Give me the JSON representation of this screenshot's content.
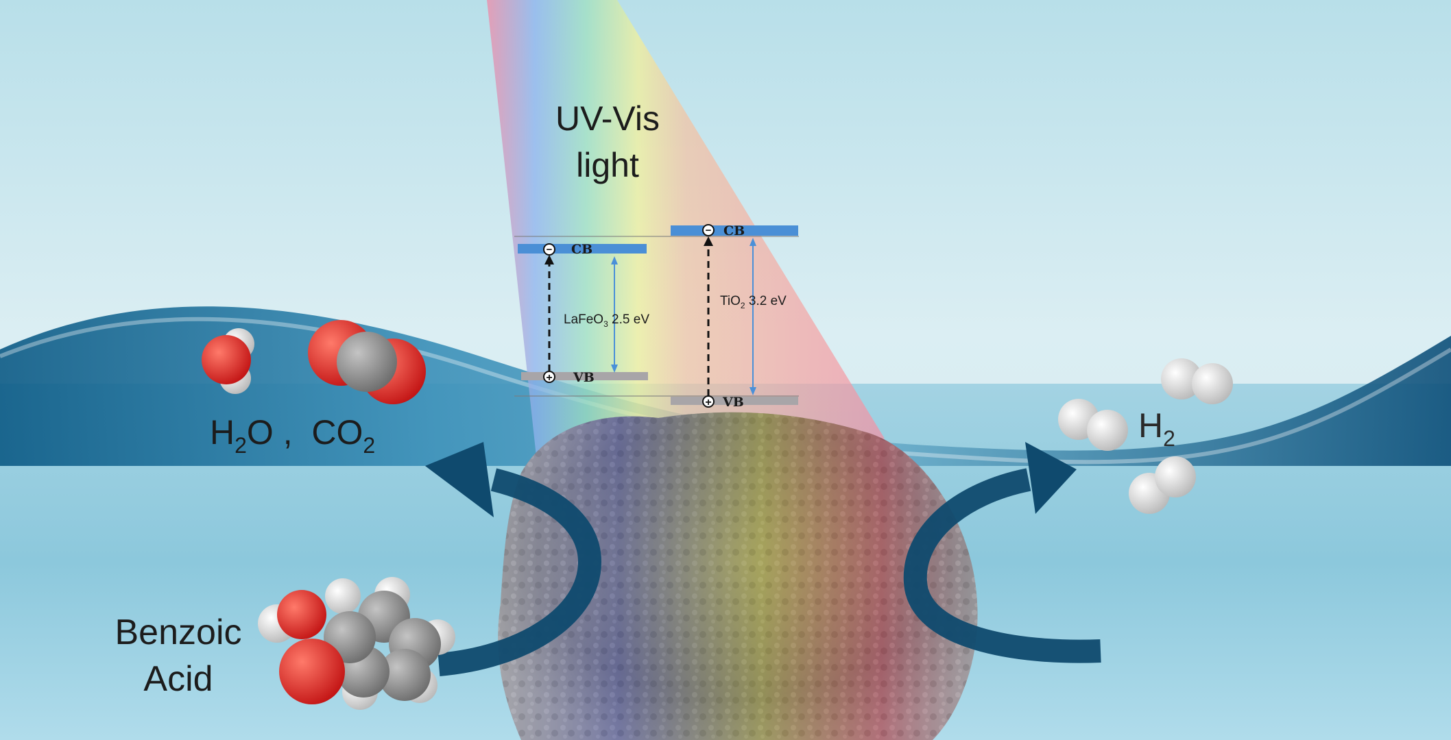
{
  "light": {
    "line1": "UV-Vis",
    "line2": "light"
  },
  "band_left": {
    "cb": "CB",
    "vb": "VB",
    "material_main": "LaFeO",
    "material_sub": "3",
    "gap": " 2.5 eV"
  },
  "band_right": {
    "cb": "CB",
    "vb": "VB",
    "material_main": "TiO",
    "material_sub": "2",
    "gap": " 3.2 eV"
  },
  "products": {
    "h2o_main": "H",
    "h2o_sub": "2",
    "h2o_end": "O",
    "separator": " ,  ",
    "co2_main": "CO",
    "co2_sub": "2"
  },
  "hydrogen": {
    "main": "H",
    "sub": "2"
  },
  "reactant": {
    "line1": "Benzoic",
    "line2": "Acid"
  },
  "symbols": {
    "electron": "−",
    "hole": "+"
  },
  "colors": {
    "conduction_band": "#4a8fd6",
    "valence_band": "#a8a5a8",
    "arrow": "#0f4a6e",
    "oxygen": "#e02a2a",
    "carbon": "#8e8e8e",
    "hydrogen_atom": "#eeeeee"
  }
}
